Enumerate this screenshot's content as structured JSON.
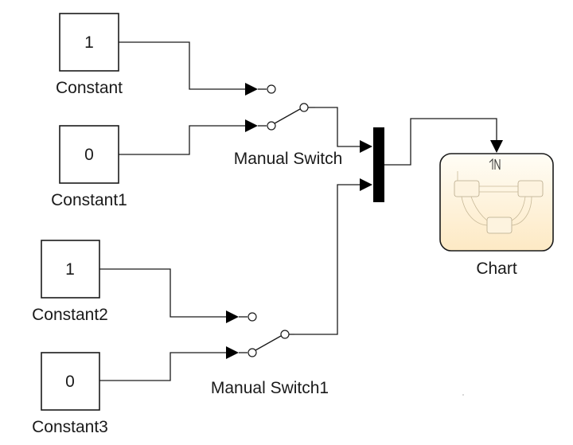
{
  "blocks": {
    "constant": {
      "value": "1",
      "label": "Constant"
    },
    "constant1": {
      "value": "0",
      "label": "Constant1"
    },
    "constant2": {
      "value": "1",
      "label": "Constant2"
    },
    "constant3": {
      "value": "0",
      "label": "Constant3"
    },
    "manual_switch": {
      "label": "Manual Switch"
    },
    "manual_switch1": {
      "label": "Manual Switch1"
    },
    "chart": {
      "label": "Chart"
    }
  },
  "colors": {
    "chart_fill_top": "#fffdf6",
    "chart_fill_bottom": "#fde9c4",
    "chart_border": "#1a1a1a",
    "mux_bar": "#000000",
    "wire": "#1a1a1a"
  }
}
